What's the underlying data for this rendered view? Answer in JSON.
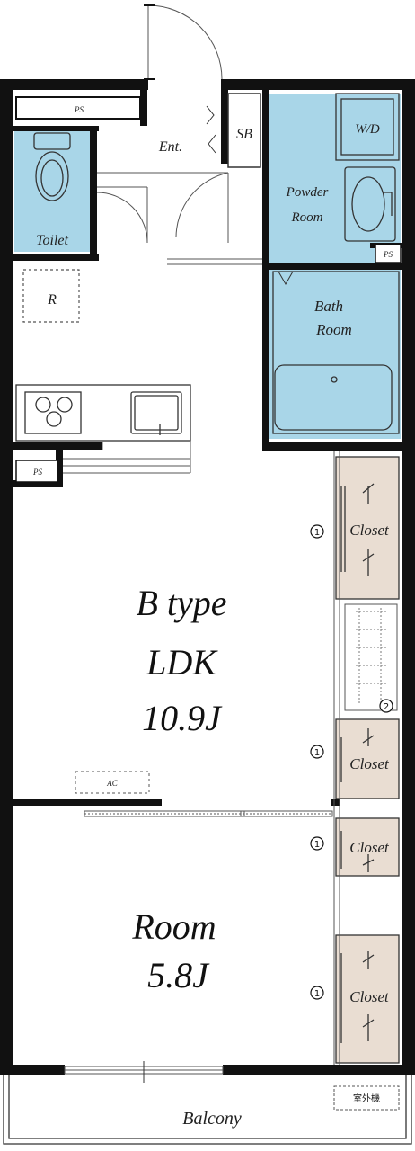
{
  "plan": {
    "type_label": "B type",
    "ldk_label": "LDK",
    "ldk_size": "10.9J",
    "room_label": "Room",
    "room_size": "5.8J",
    "entrance": "Ent.",
    "shoe_box": "SB",
    "toilet": "Toilet",
    "powder_line1": "Powder",
    "powder_line2": "Room",
    "bath_line1": "Bath",
    "bath_line2": "Room",
    "washer_dryer": "W/D",
    "pipe_space": "PS",
    "refrigerator": "R",
    "air_conditioner": "AC",
    "closet": "Closet",
    "balcony": "Balcony",
    "outdoor_unit": "室外機",
    "marker_1": "1",
    "marker_2": "2"
  },
  "colors": {
    "wall": "#111111",
    "wet_area": "#a9d6e8",
    "closet": "#e9ddd2",
    "floor": "#ffffff"
  }
}
